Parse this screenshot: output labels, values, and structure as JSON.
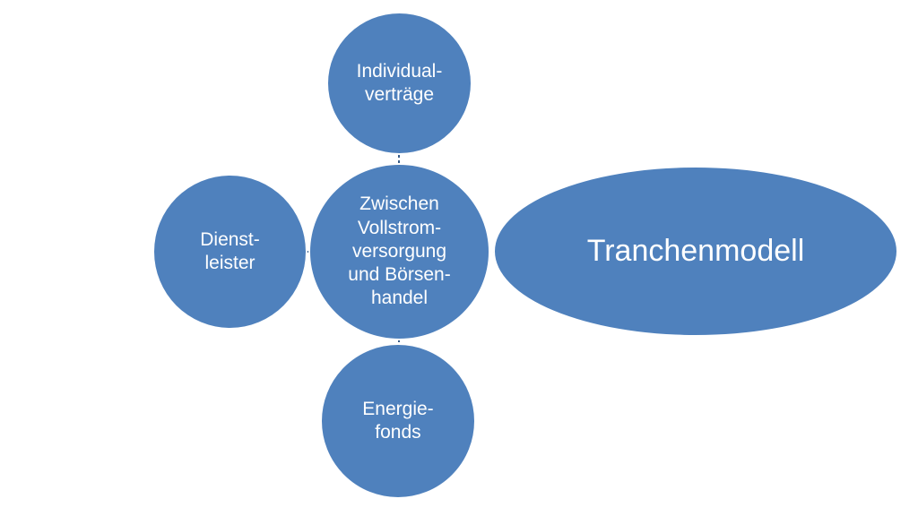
{
  "diagram": {
    "center": {
      "label": "Zwischen\nVollstrom-\nversorgung\nund Börsen-\nhandel"
    },
    "top": {
      "label": "Individual-\nverträge"
    },
    "left": {
      "label": "Dienst-\nleister"
    },
    "bottom": {
      "label": "Energie-\nfonds"
    },
    "right": {
      "label": "Tranchenmodell"
    }
  },
  "colors": {
    "node_fill": "#4f81bd",
    "node_border": "#ffffff",
    "connector": "#385d8a",
    "text": "#ffffff"
  }
}
